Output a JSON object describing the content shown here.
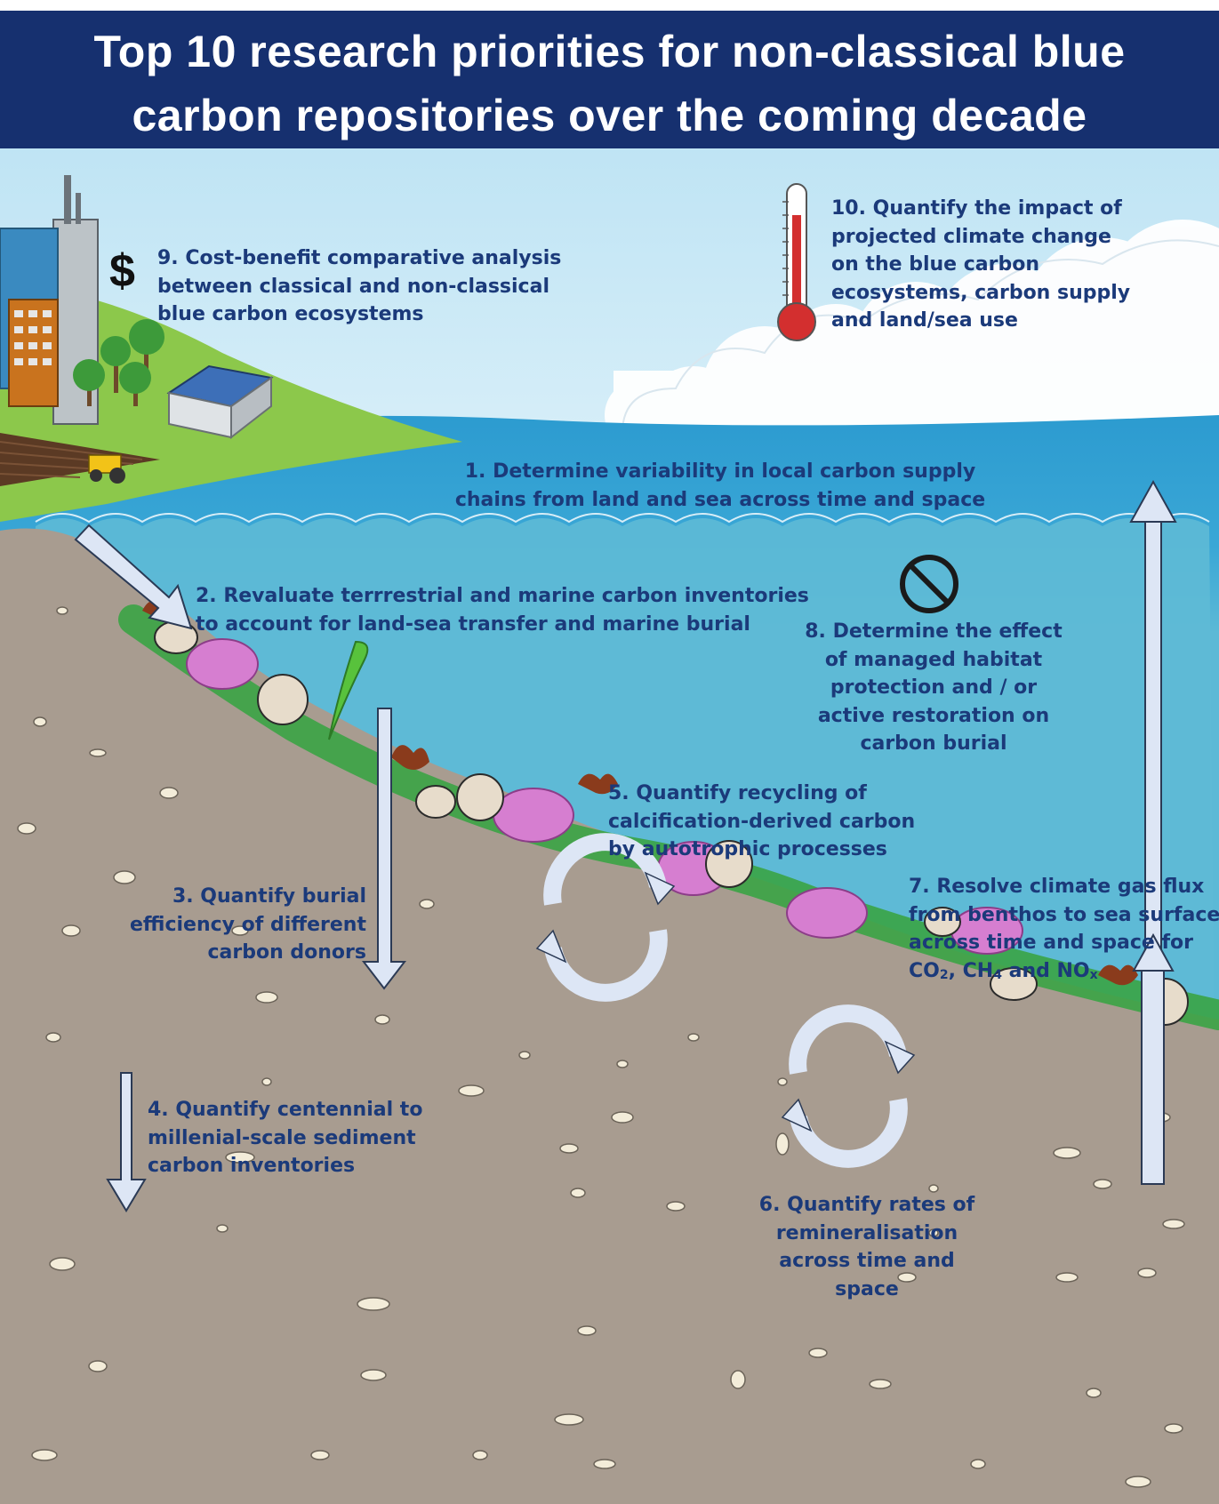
{
  "title": {
    "line1": "Top 10 research priorities for non-classical blue",
    "line2": "carbon repositories over the coming decade"
  },
  "priorities": {
    "p1": [
      "1. Determine variability in local carbon supply",
      "chains from land and sea across time and space"
    ],
    "p2": [
      "2. Revaluate terrrestrial and marine carbon inventories",
      "to account for land-sea transfer and marine burial"
    ],
    "p3": [
      "3. Quantify burial",
      "efficiency of different",
      "carbon donors"
    ],
    "p4": [
      "4. Quantify centennial to",
      "millenial-scale sediment",
      "carbon inventories"
    ],
    "p5": [
      "5. Quantify recycling of",
      "calcification-derived carbon",
      "by autotrophic processes"
    ],
    "p6": [
      "6. Quantify rates of",
      "remineralisation",
      "across time and",
      "space"
    ],
    "p7": {
      "lines": [
        "7. Resolve climate gas flux",
        "from benthos to sea surface",
        "across time and space for"
      ],
      "gas_prefix": "CO",
      "gas_1_sub": "2",
      "gas_sep": ", CH",
      "gas_2_sub": "4",
      "gas_and": " and NO",
      "gas_3_sub": "x"
    },
    "p8": [
      "8. Determine the effect",
      "of managed habitat",
      "protection and / or",
      "active restoration on",
      "carbon burial"
    ],
    "p9": [
      "9. Cost-benefit comparative analysis",
      "between classical and non-classical",
      "blue carbon ecosystems"
    ],
    "p10": [
      "10. Quantify the impact of",
      "projected climate change",
      "on the blue carbon",
      "ecosystems, carbon supply",
      "and land/sea use"
    ]
  },
  "symbols": {
    "dollar": "$"
  },
  "colors": {
    "title_bg": "#16306f",
    "title_text": "#ffffff",
    "label_text": "#1b3a7a",
    "sky": "#d6eef8",
    "sea": "#5bb8d3",
    "sea_surface": "#2f9fd0",
    "sediment": "#a89c90",
    "land": "#8bc34a",
    "arrow_fill": "#dde6f5",
    "arrow_stroke": "#2b3a55"
  }
}
